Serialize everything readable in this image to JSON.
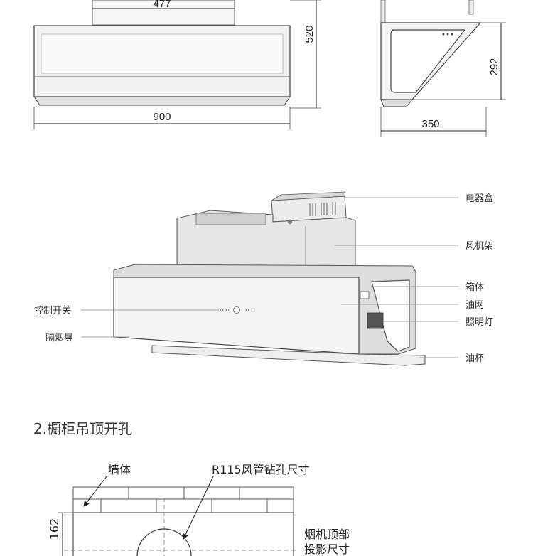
{
  "top_dimensions": {
    "neck_width": "477",
    "total_width": "900",
    "height": "520",
    "side_depth": "350",
    "side_height": "292"
  },
  "parts": {
    "electric_box": "电器盒",
    "fan_frame": "风机架",
    "housing": "箱体",
    "oil_mesh": "油网",
    "light": "照明灯",
    "oil_cup": "油杯",
    "control_switch": "控制开关",
    "smoke_screen": "隔烟屏"
  },
  "section2": {
    "title": "2.橱柜吊顶开孔",
    "wall_label": "墙体",
    "duct_label": "R115风管钻孔尺寸",
    "dim_162": "162",
    "projection_line1": "烟机顶部",
    "projection_line2": "投影尺寸"
  }
}
